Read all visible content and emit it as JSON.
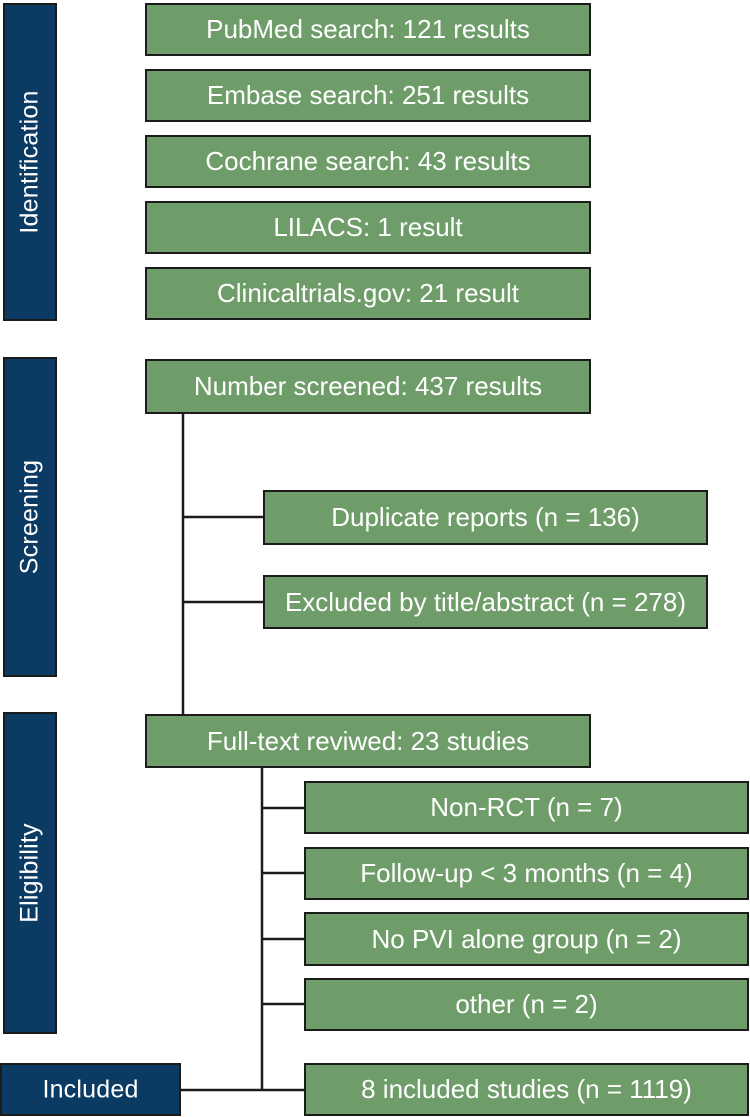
{
  "stages": {
    "identification": "Identification",
    "screening": "Screening",
    "eligibility": "Eligibility",
    "included": "Included"
  },
  "identification": {
    "pubmed": "PubMed search: 121 results",
    "embase": "Embase search: 251 results",
    "cochrane": "Cochrane search: 43 results",
    "lilacs": "LILACS: 1 result",
    "clinicaltrials": "Clinicaltrials.gov: 21 result"
  },
  "screening": {
    "number_screened": "Number screened: 437 results",
    "duplicates": "Duplicate reports (n = 136)",
    "excluded_title_abstract": "Excluded by title/abstract (n = 278)"
  },
  "eligibility": {
    "full_text": "Full-text reviwed: 23 studies",
    "non_rct": "Non-RCT (n = 7)",
    "follow_up": "Follow-up < 3 months (n = 4)",
    "no_pvi": "No PVI alone group (n = 2)",
    "other": "other (n = 2)"
  },
  "included": {
    "studies": "8 included studies (n = 1119)"
  },
  "colors": {
    "stage_fill": "#0b3a62",
    "box_fill": "#6f9d6a",
    "border": "#1b1b1b",
    "text": "#ffffff"
  }
}
